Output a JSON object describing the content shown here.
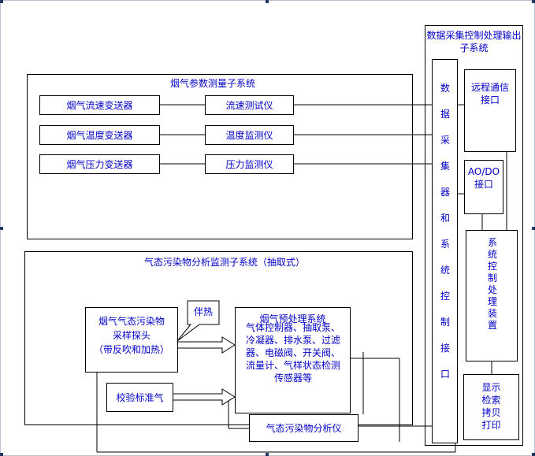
{
  "colors": {
    "text": "#0000c8",
    "line": "#000000",
    "arrow_fill": "#ffffff"
  },
  "right_system": {
    "title": "数据采集控制处理输出子系统",
    "vertical_bus": [
      "数",
      "据",
      "采",
      "集",
      "器",
      "和",
      "系",
      "统",
      "控",
      "制",
      "接",
      "口"
    ],
    "remote": "远程通信接口",
    "aodo": "AO/DO接口",
    "controller": [
      "系",
      "统",
      "控",
      "制",
      "处",
      "理",
      "装",
      "置"
    ],
    "display": [
      "显示",
      "检索",
      "拷贝",
      "打印"
    ]
  },
  "flue_params": {
    "title": "烟气参数测量子系统",
    "rows": [
      {
        "sensor": "烟气流速变送器",
        "meter": "流速测试仪"
      },
      {
        "sensor": "烟气温度变送器",
        "meter": "温度监测仪"
      },
      {
        "sensor": "烟气压力变送器",
        "meter": "压力监测仪"
      }
    ]
  },
  "gas_analysis": {
    "title": "气态污染物分析监测子系统（抽取式）",
    "probe": [
      "烟气气态污染物",
      "采样探头",
      "（带反吹和加热）"
    ],
    "heat_label": "伴热",
    "preprocess_title": "烟气预处理系统",
    "preprocess_desc": "气体控制器、抽取泵、冷凝器、排水泵、过滤器、电磁阀、开关阀、流量计、气样状态检测传感器等",
    "calibration": "校验标准气",
    "analyzer": "气态污染物分析仪"
  }
}
